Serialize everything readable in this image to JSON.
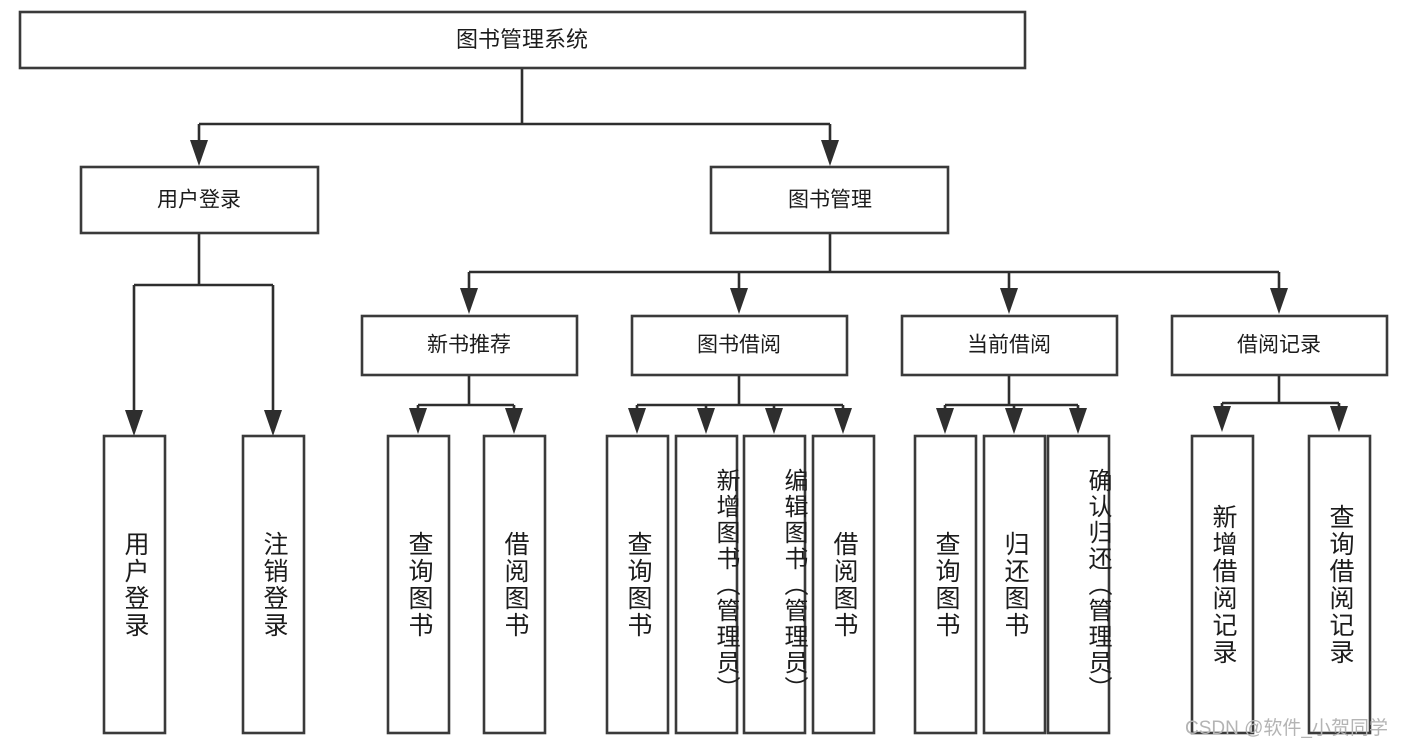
{
  "diagram": {
    "type": "tree",
    "title_node": {
      "label": "图书管理系统"
    },
    "level2": [
      {
        "id": "user-login",
        "label": "用户登录"
      },
      {
        "id": "book-management",
        "label": "图书管理"
      }
    ],
    "level3": [
      {
        "id": "new-book-recommend",
        "label": "新书推荐"
      },
      {
        "id": "book-borrow",
        "label": "图书借阅"
      },
      {
        "id": "current-borrow",
        "label": "当前借阅"
      },
      {
        "id": "borrow-record",
        "label": "借阅记录"
      }
    ],
    "leaves": {
      "user_login": [
        {
          "id": "leaf-user-login",
          "label": "用户登录"
        },
        {
          "id": "leaf-logout",
          "label": "注销登录"
        }
      ],
      "new_book_recommend": [
        {
          "id": "leaf-query-book-1",
          "label": "查询图书"
        },
        {
          "id": "leaf-borrow-book-1",
          "label": "借阅图书"
        }
      ],
      "book_borrow": [
        {
          "id": "leaf-query-book-2",
          "label": "查询图书"
        },
        {
          "id": "leaf-add-book",
          "label": "新增图书（管理员）"
        },
        {
          "id": "leaf-edit-book",
          "label": "编辑图书（管理员）"
        },
        {
          "id": "leaf-borrow-book-2",
          "label": "借阅图书"
        }
      ],
      "current_borrow": [
        {
          "id": "leaf-query-book-3",
          "label": "查询图书"
        },
        {
          "id": "leaf-return-book",
          "label": "归还图书"
        },
        {
          "id": "leaf-confirm-return",
          "label": "确认归还（管理员）"
        }
      ],
      "borrow_record": [
        {
          "id": "leaf-add-record",
          "label": "新增借阅记录"
        },
        {
          "id": "leaf-query-record",
          "label": "查询借阅记录"
        }
      ]
    },
    "colors": {
      "box_stroke": "#3a3a3a",
      "connector": "#2e2e2e",
      "background": "#ffffff",
      "text": "#1c1c1c",
      "watermark": "#b4b4b4"
    }
  },
  "watermark": {
    "text": "CSDN @软件_小贺同学"
  }
}
